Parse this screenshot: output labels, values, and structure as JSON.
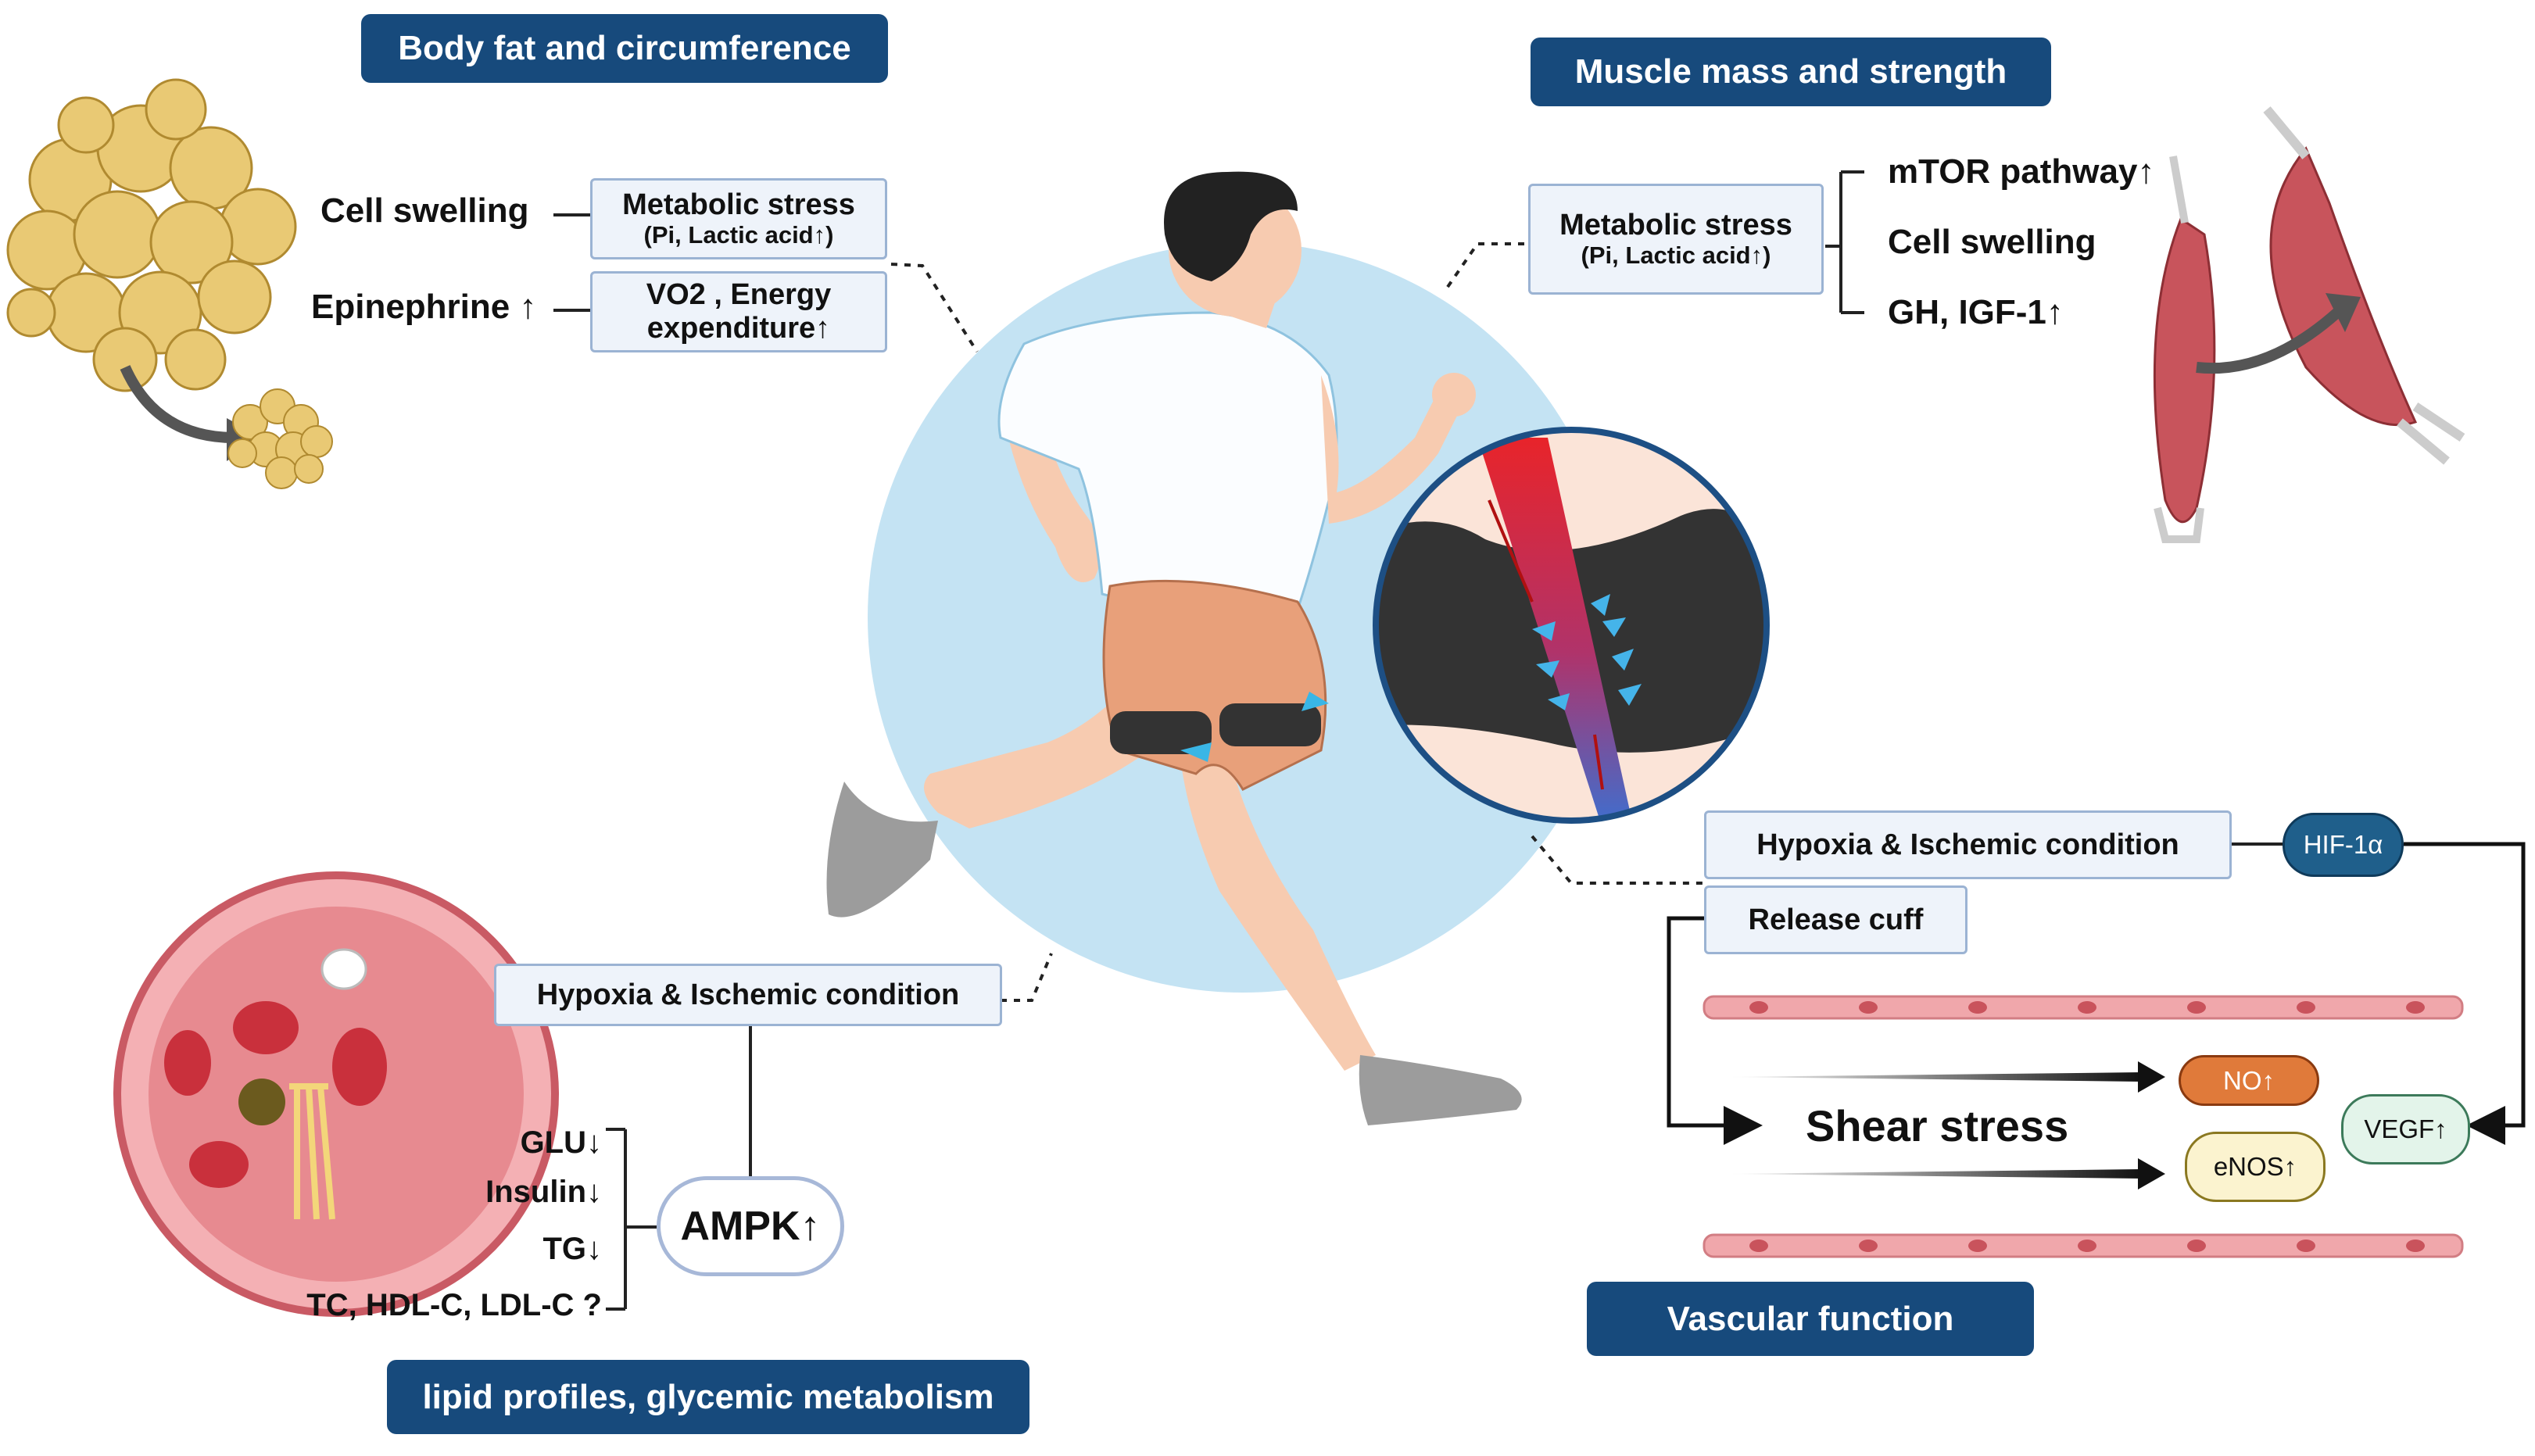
{
  "sections": {
    "body_fat": "Body fat and circumference",
    "muscle": "Muscle mass and strength",
    "lipid": "lipid profiles, glycemic metabolism",
    "vascular": "Vascular function"
  },
  "body_fat_panel": {
    "cell_swelling": "Cell swelling",
    "epinephrine": "Epinephrine ↑",
    "metabolic_stress": "Metabolic stress",
    "metabolic_stress_sub": "(Pi, Lactic acid↑)",
    "vo2_line1": "VO2 , Energy",
    "vo2_line2": "expenditure↑"
  },
  "muscle_panel": {
    "metabolic_stress": "Metabolic stress",
    "metabolic_stress_sub": "(Pi, Lactic acid↑)",
    "mtor": "mTOR pathway↑",
    "cell_swelling": "Cell swelling",
    "gh": "GH, IGF-1↑"
  },
  "lipid_panel": {
    "hypoxia": "Hypoxia & Ischemic condition",
    "ampk": "AMPK↑",
    "glu": "GLU↓",
    "insulin": "Insulin↓",
    "tg": "TG↓",
    "tc": "TC, HDL-C, LDL-C ?"
  },
  "vascular_panel": {
    "hypoxia": "Hypoxia & Ischemic condition",
    "hif": "HIF-1α",
    "release": "Release cuff",
    "shear": "Shear stress",
    "no": "NO↑",
    "enos": "eNOS↑",
    "vegf": "VEGF↑"
  },
  "colors": {
    "banner": "#174a7c",
    "box_fill": "#eef3fa",
    "box_border": "#9bb3d3",
    "circle_bg": "#c4e3f3",
    "no_pill": "#e07a3a",
    "enos_pill": "#fbf3cf",
    "vegf_pill": "#e3f4ea",
    "hif_pill": "#1f5f8b"
  }
}
